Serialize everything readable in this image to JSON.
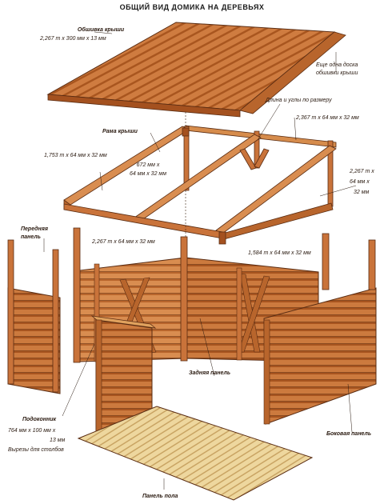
{
  "title": "ОБЩИЙ ВИД ДОМИКА НА ДЕРЕВЬЯХ",
  "labels": {
    "roof_sheathing": "Обшивка крыши",
    "roof_size": "2,267 m x 300 мм x 13 мм",
    "extra_board_1": "Еще одна доска",
    "extra_board_2": "обшивки крыши",
    "length_angle": "Длина и углы по размеру",
    "roof_frame": "Рама крыши",
    "size_top_right": "2,367 m x 64 мм x 32 мм",
    "size_left": "1,753 m x 64 мм x 32 мм",
    "size_mid_1": "672 мм x",
    "size_mid_2": "64 мм x 32 мм",
    "size_right_1": "2,267 m x",
    "size_right_2": "64 мм x",
    "size_right_3": "32 мм",
    "size_bottom_left": "2,267 m x 64 мм x 32 мм",
    "size_bottom_right": "1,584 m x 64 мм x 32 мм",
    "front_panel_1": "Передняя",
    "front_panel_2": "панель",
    "back_panel": "Задняя панель",
    "sill": "Подоконник",
    "sill_size_1": "764 мм x 100 мм x",
    "sill_size_2": "13 мм",
    "post_cutouts": "Вырезы для столбов",
    "side_panel": "Боковая панель",
    "floor_panel": "Панель пола"
  },
  "colors": {
    "wood_light": "#e0a25e",
    "wood_mid": "#c9733a",
    "wood_dark": "#a4511f",
    "floor": "#eed79e",
    "lines": "#5a2c12"
  }
}
